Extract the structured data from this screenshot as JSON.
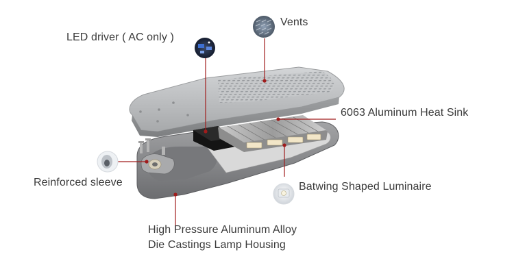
{
  "labels": {
    "led_driver": "LED driver ( AC only )",
    "vents": "Vents",
    "heat_sink": "6063 Aluminum Heat Sink",
    "reinforced_sleeve": "Reinforced sleeve",
    "batwing": "Batwing Shaped Luminaire",
    "housing_line1": "High Pressure Aluminum Alloy",
    "housing_line2": "Die Castings Lamp Housing"
  },
  "colors": {
    "leader_line": "#a01c1c",
    "housing": "#8a8a8c",
    "cover": "#b9bbbd",
    "text": "#3a3a3a"
  },
  "icons": [
    "led-driver-thumbnail",
    "vents-thumbnail",
    "sleeve-thumbnail",
    "batwing-lens-thumbnail"
  ]
}
